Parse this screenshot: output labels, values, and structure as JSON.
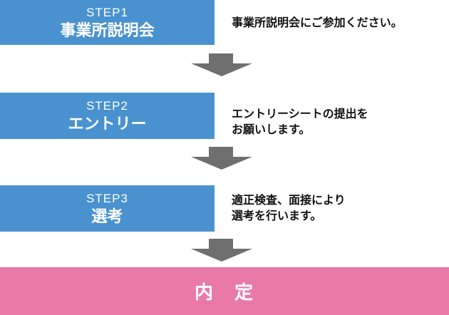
{
  "colors": {
    "step_box_blue": "#4a92cf",
    "final_box_pink": "#e97aa8",
    "arrow_gray": "#6f6f6f",
    "step_text": "#ffffff",
    "description_text": "#111111"
  },
  "steps": [
    {
      "label": "STEP1",
      "title": "事業所説明会",
      "description": "事業所説明会にご参加ください。"
    },
    {
      "label": "STEP2",
      "title": "エントリー",
      "description": "エントリーシートの提出を\nお願いします。"
    },
    {
      "label": "STEP3",
      "title": "選考",
      "description": "適正検査、面接により\n選考を行います。"
    }
  ],
  "final": {
    "title": "内　定"
  },
  "icons": {
    "arrow": "down-arrow-icon"
  }
}
